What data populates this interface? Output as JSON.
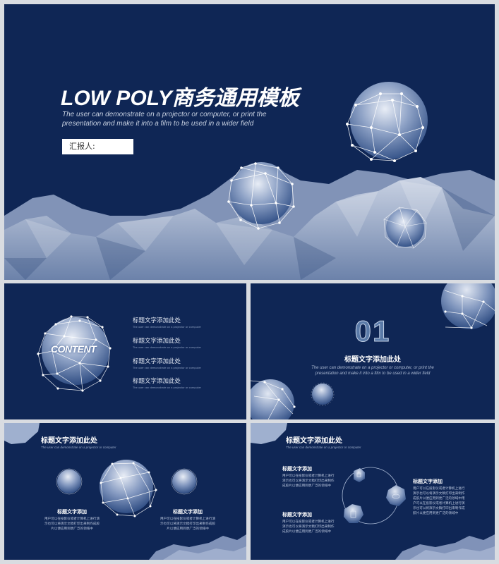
{
  "frame": {
    "background": "#d9dce1",
    "slide_background": "#0f2655",
    "accent_light": "#c4d0e4"
  },
  "slide1": {
    "title": "LOW POLY商务通用模板",
    "subtitle": "The user can demonstrate on a projector or computer, or print the presentation and make it into a film to be used in a wider field",
    "reporter_label": "汇报人:"
  },
  "slide2": {
    "center_label": "CONTENT",
    "items": [
      {
        "title": "标题文字添加此处",
        "subtitle": "The user can demonstrate on a projector or computer"
      },
      {
        "title": "标题文字添加此处",
        "subtitle": "The user can demonstrate on a projector or computer"
      },
      {
        "title": "标题文字添加此处",
        "subtitle": "The user can demonstrate on a projector or computer"
      },
      {
        "title": "标题文字添加此处",
        "subtitle": "The user can demonstrate on a projector or computer"
      }
    ]
  },
  "slide3": {
    "number": "01",
    "title": "标题文字添加此处",
    "subtitle": "The user can demonstrate on a projector or computer, or print the presentation and make it into a film to be used in a wider field"
  },
  "slide4": {
    "title": "标题文字添加此处",
    "subtitle": "The user can demonstrate on a projector or computer",
    "blocks": [
      {
        "title": "标题文字添加",
        "body": "用户可以在投影仪或者计算机上进行演示也可以将演示文稿打印出来制作成胶片以便应用到更广泛的领域中"
      },
      {
        "title": "标题文字添加",
        "body": "用户可以在投影仪或者计算机上进行演示也可以将演示文稿打印出来制作成胶片以便应用到更广泛的领域中"
      }
    ]
  },
  "slide5": {
    "title": "标题文字添加此处",
    "subtitle": "The user can demonstrate on a projector or computer",
    "blocks": [
      {
        "title": "标题文字添加",
        "body": "用户可以在投影仪或者计算机上进行演示也可以将演示文稿打印出来制作成胶片以便应用到更广泛的领域中"
      },
      {
        "title": "标题文字添加",
        "body": "用户可以在投影仪或者计算机上进行演示也可以将演示文稿打印出来制作成胶片以便应用到更广泛的领域中"
      },
      {
        "title": "标题文字添加",
        "body": "用户可以在投影仪或者计算机上进行演示也可以将演示文稿打印出来制作成胶片以便应用到更广泛的领域中用户可以在投影仪或者计算机上进行演示也可以将演示文稿打印出来制作成胶片以便应用到更广泛的领域中"
      }
    ],
    "icons": [
      "chart-icon",
      "chat-icon",
      "document-icon"
    ]
  }
}
